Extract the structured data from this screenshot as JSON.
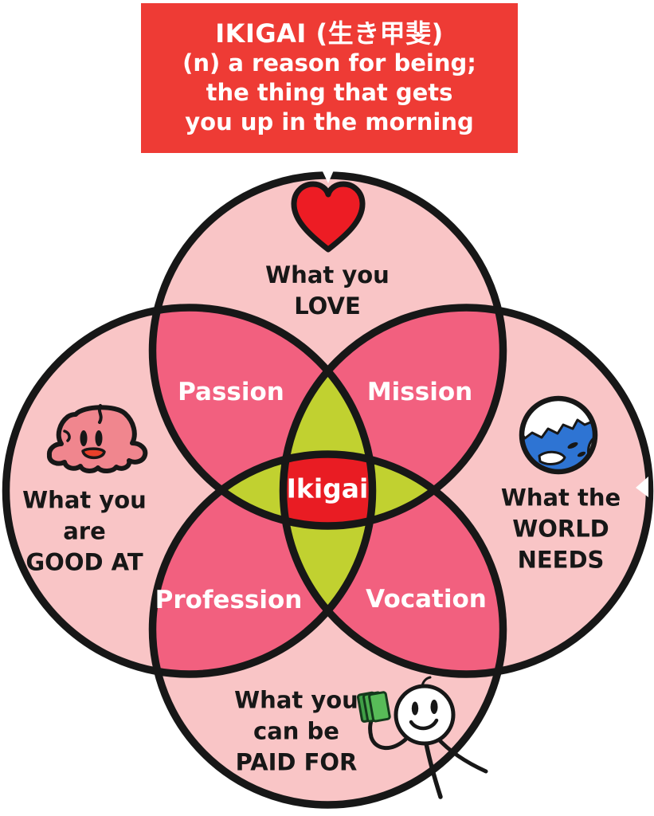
{
  "title": {
    "lines": [
      "IKIGAI (生き甲斐)",
      "(n) a reason for being;",
      "the thing that gets",
      "you up in the morning"
    ],
    "bg_color": "#ee3b35",
    "text_color": "#ffffff"
  },
  "diagram": {
    "type": "venn-4-circle",
    "center_label": "Ikigai",
    "circles": {
      "top": {
        "icon": "heart-icon",
        "lines": [
          "What you",
          "LOVE"
        ]
      },
      "left": {
        "icon": "brain-icon",
        "lines": [
          "What you",
          "are",
          "GOOD AT"
        ]
      },
      "right": {
        "icon": "globe-icon",
        "lines": [
          "What the",
          "WORLD",
          "NEEDS"
        ]
      },
      "bottom": {
        "icon": "money-person-icon",
        "lines": [
          "What you",
          "can be",
          "PAID FOR"
        ]
      }
    },
    "overlaps": {
      "top_left": "Passion",
      "top_right": "Mission",
      "bottom_left": "Profession",
      "bottom_right": "Vocation"
    },
    "colors": {
      "circle_fill": "#f9c5c6",
      "two_way_overlap": "#f2607f",
      "three_way_overlap": "#c1d130",
      "center_fill": "#e91c23",
      "outline": "#171717",
      "heart_red": "#ed1c24",
      "brain_pink": "#f0868e",
      "brain_mouth": "#e8402a",
      "globe_blue": "#2e74d3",
      "money_green": "#4cae4f",
      "text_black": "#171717",
      "text_white": "#ffffff"
    }
  }
}
